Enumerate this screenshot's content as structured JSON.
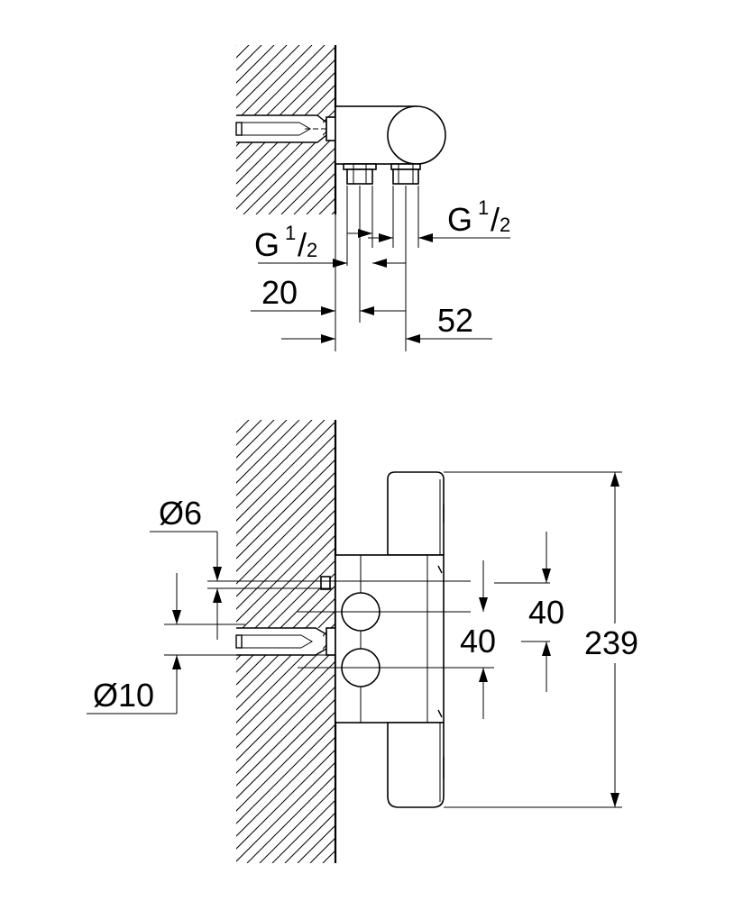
{
  "side_view": {
    "thread_left": {
      "main": "G",
      "num": "1",
      "slash": "/",
      "den": "2"
    },
    "thread_right": {
      "main": "G",
      "num": "1",
      "slash": "/",
      "den": "2"
    },
    "dim_20": "20",
    "dim_52": "52"
  },
  "front_view": {
    "dia_6": "Ø6",
    "dia_10": "Ø10",
    "dim_40_right": "40",
    "dim_40_left": "40",
    "dim_239": "239"
  },
  "colors": {
    "line": "#000000",
    "background": "#ffffff"
  }
}
